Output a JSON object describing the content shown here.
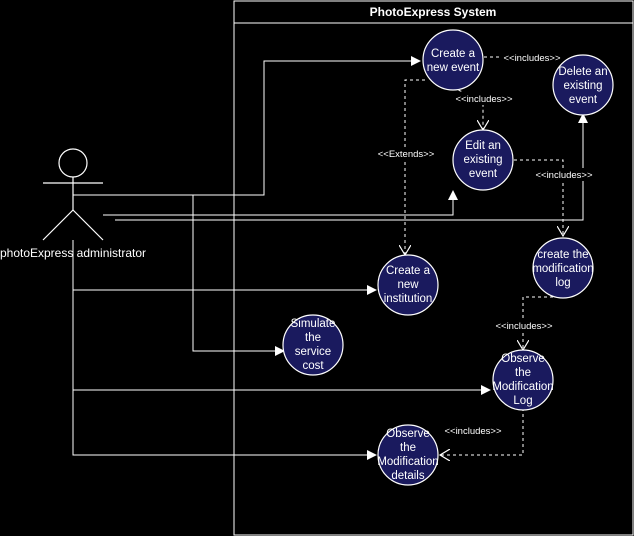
{
  "system": {
    "title": "PhotoExpress System"
  },
  "actor": {
    "name": "photoExpress administrator"
  },
  "use_cases": {
    "create_event": [
      "Create a",
      "new event"
    ],
    "delete_event": [
      "Delete an",
      "existing",
      "event"
    ],
    "edit_event": [
      "Edit an",
      "existing",
      "event"
    ],
    "create_log": [
      "create the",
      "modification",
      "log"
    ],
    "create_institution": [
      "Create a",
      "new",
      "institution"
    ],
    "simulate_cost": [
      "Simulate",
      "the",
      "service",
      "cost"
    ],
    "observe_log": [
      "Observe",
      "the",
      "Modification",
      "Log"
    ],
    "observe_details": [
      "Observe",
      "the",
      "Modification",
      "details"
    ]
  },
  "relations": {
    "includes": "<<includes>>",
    "extends": "<<Extends>>"
  },
  "colors": {
    "background": "#000000",
    "use_case_fill": "#1a1a5e",
    "line": "#ffffff"
  }
}
